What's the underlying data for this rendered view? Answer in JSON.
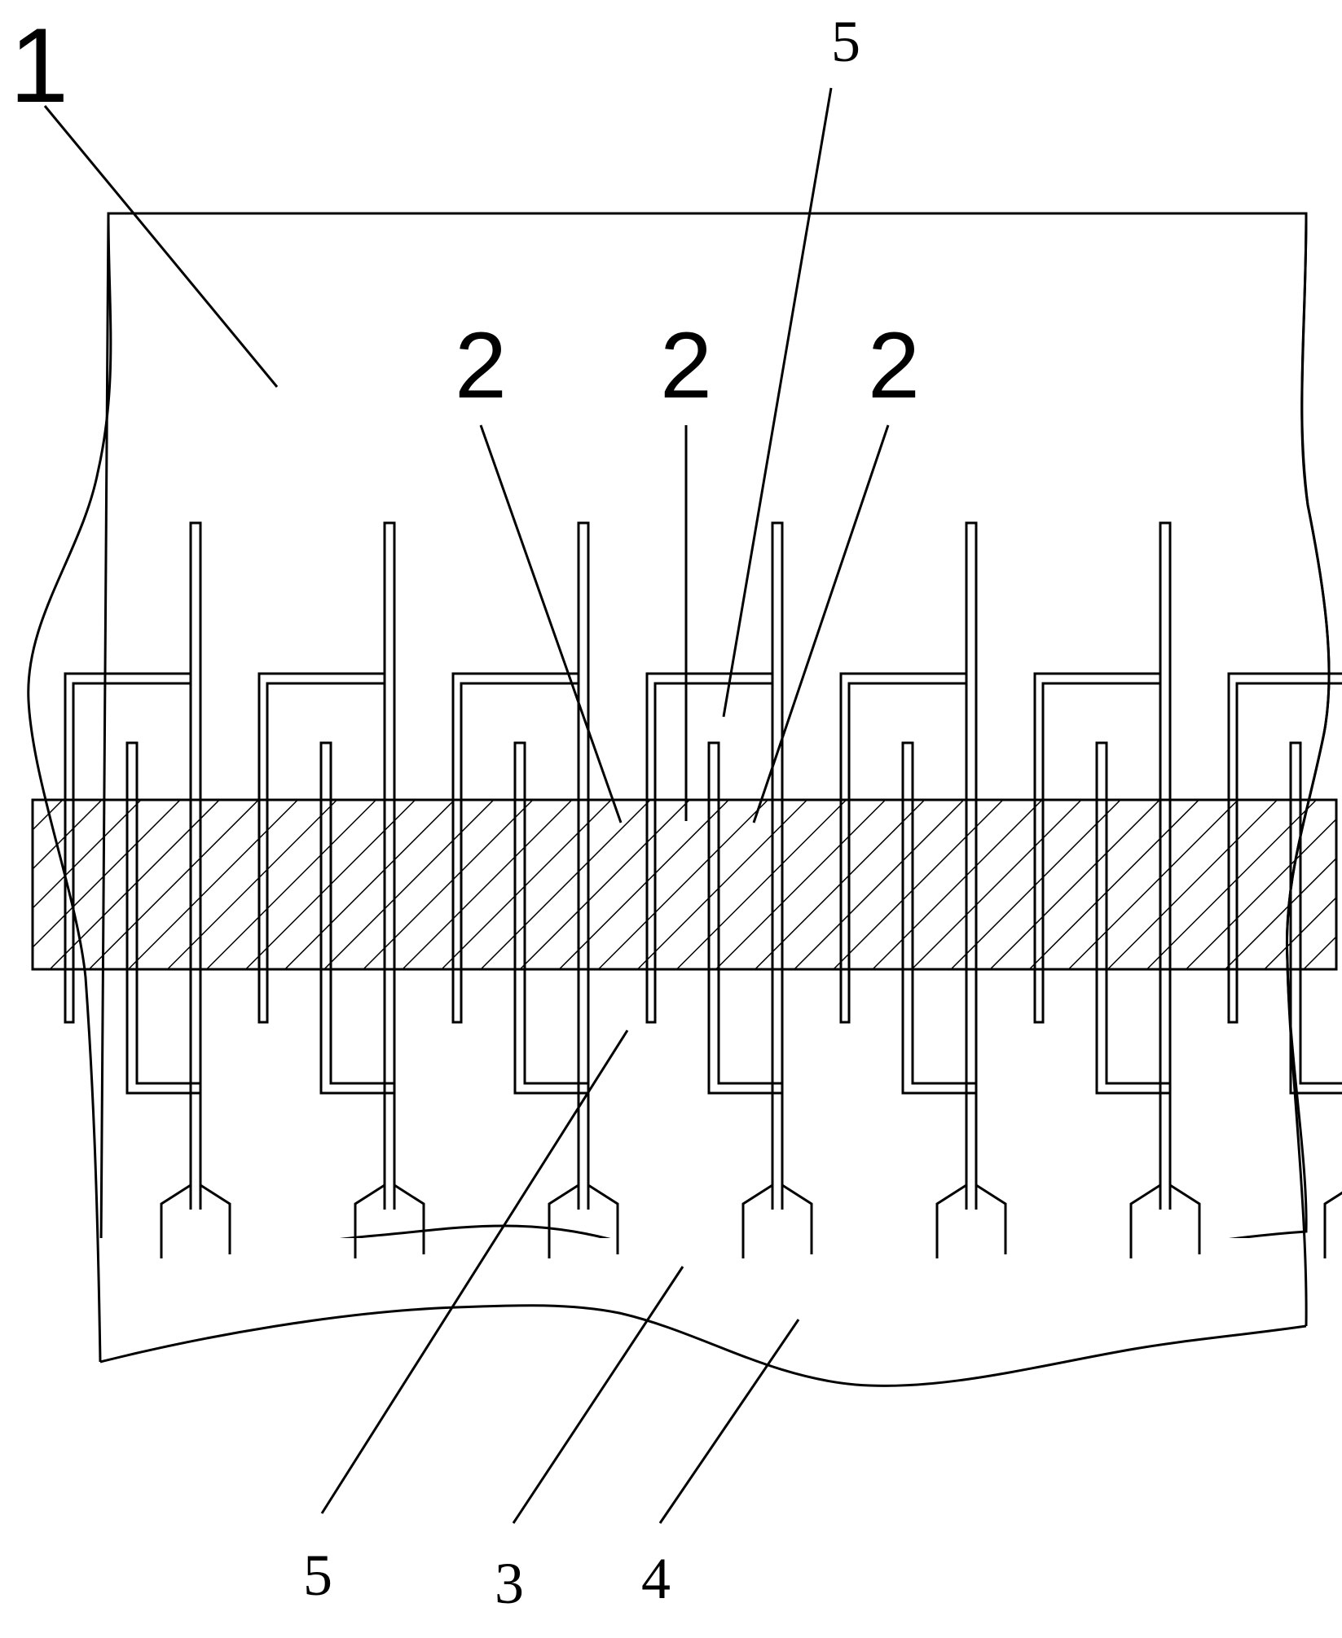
{
  "labels": {
    "substrate": "1",
    "strip": "2",
    "pad": "3",
    "lead": "4",
    "gap": "5"
  },
  "colors": {
    "line": "#000000",
    "background": "#ffffff"
  }
}
